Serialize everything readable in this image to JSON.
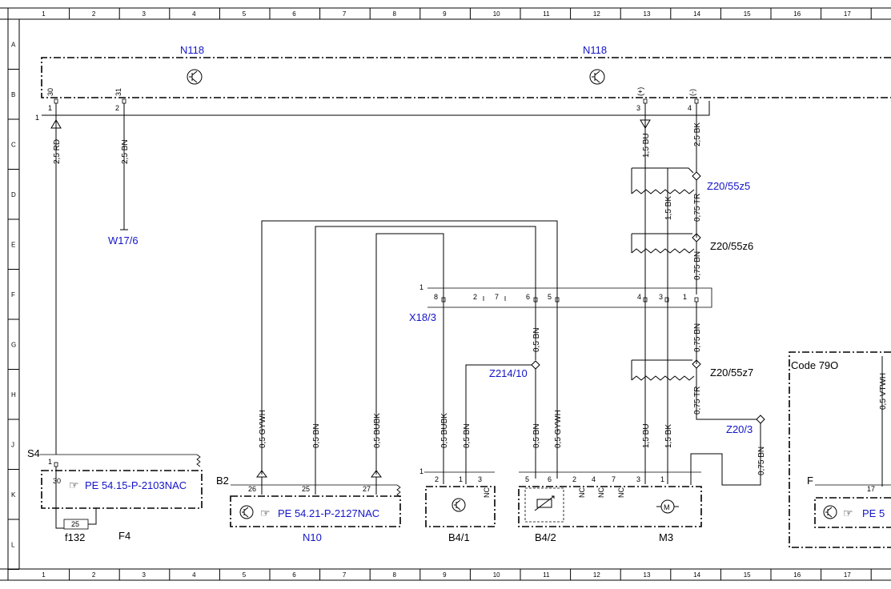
{
  "grid": {
    "columns": [
      "1",
      "2",
      "3",
      "4",
      "5",
      "6",
      "7",
      "8",
      "9",
      "10",
      "11",
      "12",
      "13",
      "14",
      "15",
      "16",
      "17"
    ],
    "rows": [
      "A",
      "B",
      "C",
      "D",
      "E",
      "F",
      "G",
      "H",
      "J",
      "K",
      "L"
    ]
  },
  "colors": {
    "link": "#1414c8",
    "line": "#000000"
  },
  "components": {
    "n118_left": "N118",
    "n118_right": "N118",
    "w17_6": "W17/6",
    "x18_3": "X18/3",
    "z214_10": "Z214/10",
    "z20_55z5": "Z20/55z5",
    "z20_55z6": "Z20/55z6",
    "z20_55z7": "Z20/55z7",
    "z20_3": "Z20/3",
    "s4": "S4",
    "f4": "F4",
    "f132": "f132",
    "fuse_value": "25",
    "b2": "B2",
    "n10": "N10",
    "b4_1": "B4/1",
    "b4_2": "B4/2",
    "m3": "M3",
    "code_79o": "Code 79O",
    "f_label": "F"
  },
  "links": {
    "pe_54_15": "PE 54.15-P-2103NAC",
    "pe_54_21": "PE 54.21-P-2127NAC",
    "pe_right": "PE 5"
  },
  "wires": {
    "rd_25": "2,5 RD",
    "bn_25": "2,5 BN",
    "bu_15_top": "1,5 BU",
    "bk_25": "2,5 BK",
    "tr_075_top": "0,75 TR",
    "bk_15_mid": "1,5 BK",
    "bn_075_a": "0,75 BN",
    "bn_075_b": "0,75 BN",
    "tr_075_bot": "0,75 TR",
    "bn_075_z20": "0,75 BN",
    "bn_05_x": "0,5 BN",
    "gywh_05_a": "0,5 GYWH",
    "bn_05_a": "0,5 BN",
    "bubk_05_a": "0,5 BUBK",
    "bubk_05_b": "0,5 BUBK",
    "bn_05_b": "0,5 BN",
    "bn_05_c": "0,5 BN",
    "gywh_05_b": "0,5 GYWH",
    "bu_15_bot": "1,5 BU",
    "bk_15_bot": "1,5 BK",
    "vtwh_05": "0,5 VTWH"
  },
  "pins": {
    "n118_1": "1",
    "n118_2": "2",
    "n118_3": "3",
    "n118_4": "4",
    "n118_30": "30",
    "n118_31": "31",
    "n118_plus": "(+)",
    "n118_minus": "(-)",
    "bus_ref": "1",
    "x_8": "8",
    "x_2": "2",
    "x_7": "7",
    "x_6": "6",
    "x_5": "5",
    "x_4": "4",
    "x_3": "3",
    "x_1": "1",
    "x_ref": "1",
    "s4_1": "1",
    "s4_30": "30",
    "b2_26": "26",
    "b2_25": "25",
    "b2_27": "27",
    "b41_ref": "1",
    "b41_2": "2",
    "b41_1": "1",
    "b41_3": "3",
    "b41_nc": "NC",
    "m_5": "5",
    "m_6": "6",
    "m_2": "2",
    "m_4": "4",
    "m_7": "7",
    "m_3": "3",
    "m_1": "1",
    "m_nc": "NC",
    "f_17": "17"
  }
}
